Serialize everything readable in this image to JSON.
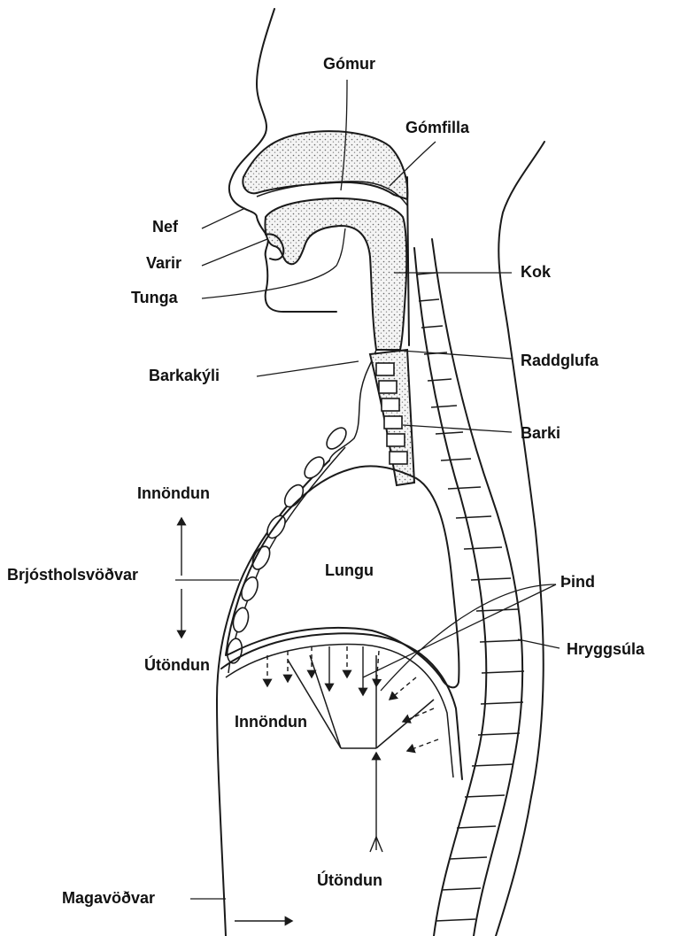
{
  "labels": {
    "gomur": "Gómur",
    "gomfilla": "Gómfilla",
    "nef": "Nef",
    "varir": "Varir",
    "tunga": "Tunga",
    "kok": "Kok",
    "barkakyli": "Barkakýli",
    "raddglufa": "Raddglufa",
    "barki": "Barki",
    "inndun_top": "Innöndun",
    "brjostholsvodvar": "Brjóstholsvöðvar",
    "lungu": "Lungu",
    "thind": "Þind",
    "utondun_left": "Útöndun",
    "hryggsula": "Hryggsúla",
    "inndun_mid": "Innöndun",
    "magavodvar": "Magavöðvar",
    "utondun_bottom": "Útöndun"
  }
}
